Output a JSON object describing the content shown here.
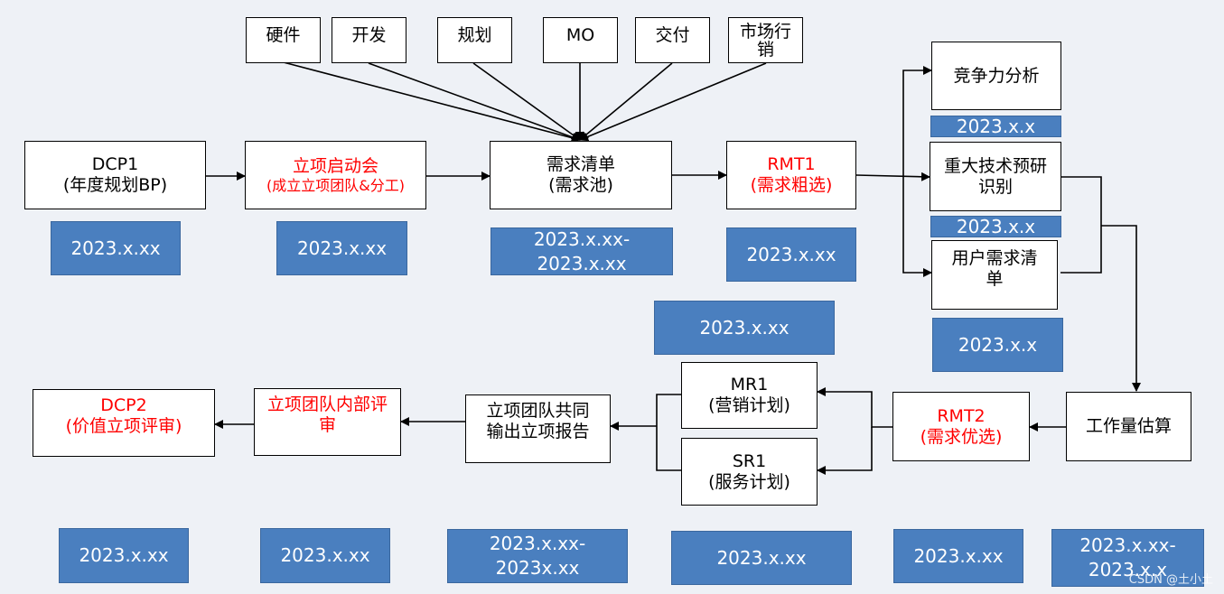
{
  "inputs": {
    "hardware": "硬件",
    "development": "开发",
    "planning": "规划",
    "mo": "MO",
    "delivery": "交付",
    "marketing": [
      "市场行",
      "销"
    ]
  },
  "nodes": {
    "dcp1": [
      "DCP1",
      "(年度规划BP)"
    ],
    "kickoff": [
      "立项启动会",
      "(成立立项团队&分工)"
    ],
    "req_list": [
      "需求清单",
      "(需求池)"
    ],
    "rmt1": [
      "RMT1",
      "(需求粗选)"
    ],
    "competitive": "竞争力分析",
    "tech_research": [
      "重大技术预研",
      "识别"
    ],
    "user_req": [
      "用户需求清",
      "单"
    ],
    "workload": "工作量估算",
    "rmt2": [
      "RMT2",
      "(需求优选)"
    ],
    "mr1": [
      "MR1",
      "(营销计划)"
    ],
    "sr1": [
      "SR1",
      "(服务计划)"
    ],
    "report": [
      "立项团队共同",
      "输出立项报告"
    ],
    "internal_review": [
      "立项团队内部评",
      "审"
    ],
    "dcp2": [
      "DCP2",
      "(价值立项评审)"
    ]
  },
  "dates": {
    "dcp1": "2023.x.xx",
    "kickoff": "2023.x.xx",
    "req_list": [
      "2023.x.xx-",
      "2023.x.xx"
    ],
    "rmt1": "2023.x.xx",
    "competitive": "2023.x.x",
    "tech_research": "2023.x.x",
    "user_req": "2023.x.x",
    "mr_sr": "2023.x.xx",
    "dcp2": "2023.x.xx",
    "internal_review": "2023.x.xx",
    "report": [
      "2023.x.xx-",
      "2023x.xx"
    ],
    "mr_bottom": "2023.x.xx",
    "rmt2": "2023.x.xx",
    "workload": [
      "2023.x.xx-",
      "2023.x.x"
    ]
  },
  "colors": {
    "highlight": "#ff0000",
    "date_fill": "#4a7fbf"
  },
  "watermark": "CSDN @土小土"
}
